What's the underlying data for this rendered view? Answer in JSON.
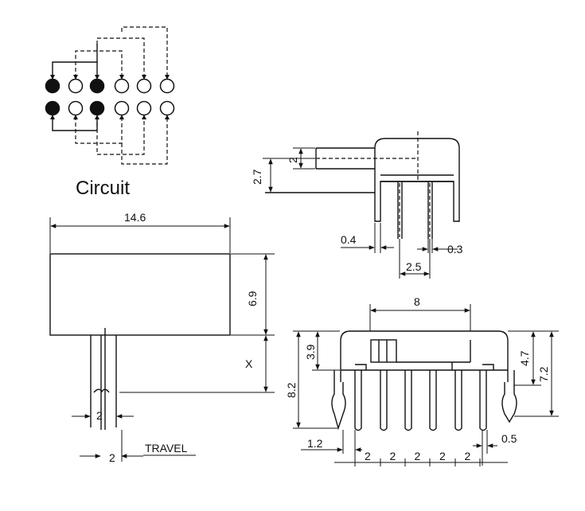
{
  "labels": {
    "circuit": "Circuit",
    "travel": "TRAVEL"
  },
  "dims": {
    "width_total": "14.6",
    "body_height": "6.9",
    "travel_x": "X",
    "actuator_width": "2",
    "travel": "2",
    "actuator_height": "2",
    "actuator_offset": "2.7",
    "pin_thickness": "0.4",
    "tab_thickness": "0.3",
    "pin_row_spacing": "2.5",
    "top_width": "8",
    "height_3_9": "3.9",
    "height_8_2": "8.2",
    "height_4_7": "4.7",
    "height_7_2": "7.2",
    "pin_offset_left": "1.2",
    "pin_offset_right": "0.5",
    "pin_pitch": [
      "2",
      "2",
      "2",
      "2",
      "2"
    ]
  },
  "circuit": {
    "contacts_top_filled": [
      true,
      false,
      true,
      false,
      false,
      false
    ],
    "contacts_bottom_filled": [
      true,
      false,
      true,
      false,
      false,
      false
    ]
  }
}
